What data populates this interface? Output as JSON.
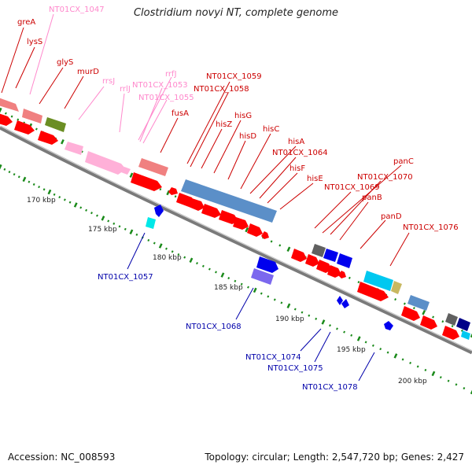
{
  "title": "Clostridium novyi NT, complete genome",
  "footer": {
    "accession": "Accession: NC_008593",
    "topology": "Topology: circular; Length: 2,547,720 bp; Genes: 2,427"
  },
  "colors": {
    "red_label": "#cc0000",
    "pink_label": "#ff88cc",
    "blue_label": "#0000aa",
    "backbone": "#808080",
    "tick": "#1a8a1a",
    "gene_red": "#ff0000",
    "rrna_pink": "#ffb0d8",
    "trna_pink": "#f08080",
    "blue_gene": "#0000ee"
  },
  "kbp_labels": [
    "170 kbp",
    "175 kbp",
    "180 kbp",
    "185 kbp",
    "190 kbp",
    "195 kbp",
    "200 kbp"
  ],
  "labels_upper": [
    {
      "text": "greA",
      "color": "red"
    },
    {
      "text": "lysS",
      "color": "red"
    },
    {
      "text": "NT01CX_1047",
      "color": "pink"
    },
    {
      "text": "glyS",
      "color": "red"
    },
    {
      "text": "murD",
      "color": "red"
    },
    {
      "text": "rrsJ",
      "color": "pink"
    },
    {
      "text": "rrlJ",
      "color": "pink"
    },
    {
      "text": "NT01CX_1053",
      "color": "pink"
    },
    {
      "text": "rrfJ",
      "color": "pink"
    },
    {
      "text": "NT01CX_1055",
      "color": "pink"
    },
    {
      "text": "fusA",
      "color": "red"
    },
    {
      "text": "NT01CX_1059",
      "color": "red"
    },
    {
      "text": "NT01CX_1058",
      "color": "red"
    },
    {
      "text": "hisZ",
      "color": "red"
    },
    {
      "text": "hisG",
      "color": "red"
    },
    {
      "text": "hisD",
      "color": "red"
    },
    {
      "text": "hisC",
      "color": "red"
    },
    {
      "text": "hisA",
      "color": "red"
    },
    {
      "text": "NT01CX_1064",
      "color": "red"
    },
    {
      "text": "hisF",
      "color": "red"
    },
    {
      "text": "hisE",
      "color": "red"
    },
    {
      "text": "panC",
      "color": "red"
    },
    {
      "text": "NT01CX_1070",
      "color": "red"
    },
    {
      "text": "NT01CX_1069",
      "color": "red"
    },
    {
      "text": "panB",
      "color": "red"
    },
    {
      "text": "panD",
      "color": "red"
    },
    {
      "text": "NT01CX_1076",
      "color": "red"
    }
  ],
  "labels_lower": [
    {
      "text": "NT01CX_1057",
      "color": "blue"
    },
    {
      "text": "NT01CX_1068",
      "color": "blue"
    },
    {
      "text": "NT01CX_1074",
      "color": "blue"
    },
    {
      "text": "NT01CX_1075",
      "color": "blue"
    },
    {
      "text": "NT01CX_1078",
      "color": "blue"
    }
  ]
}
